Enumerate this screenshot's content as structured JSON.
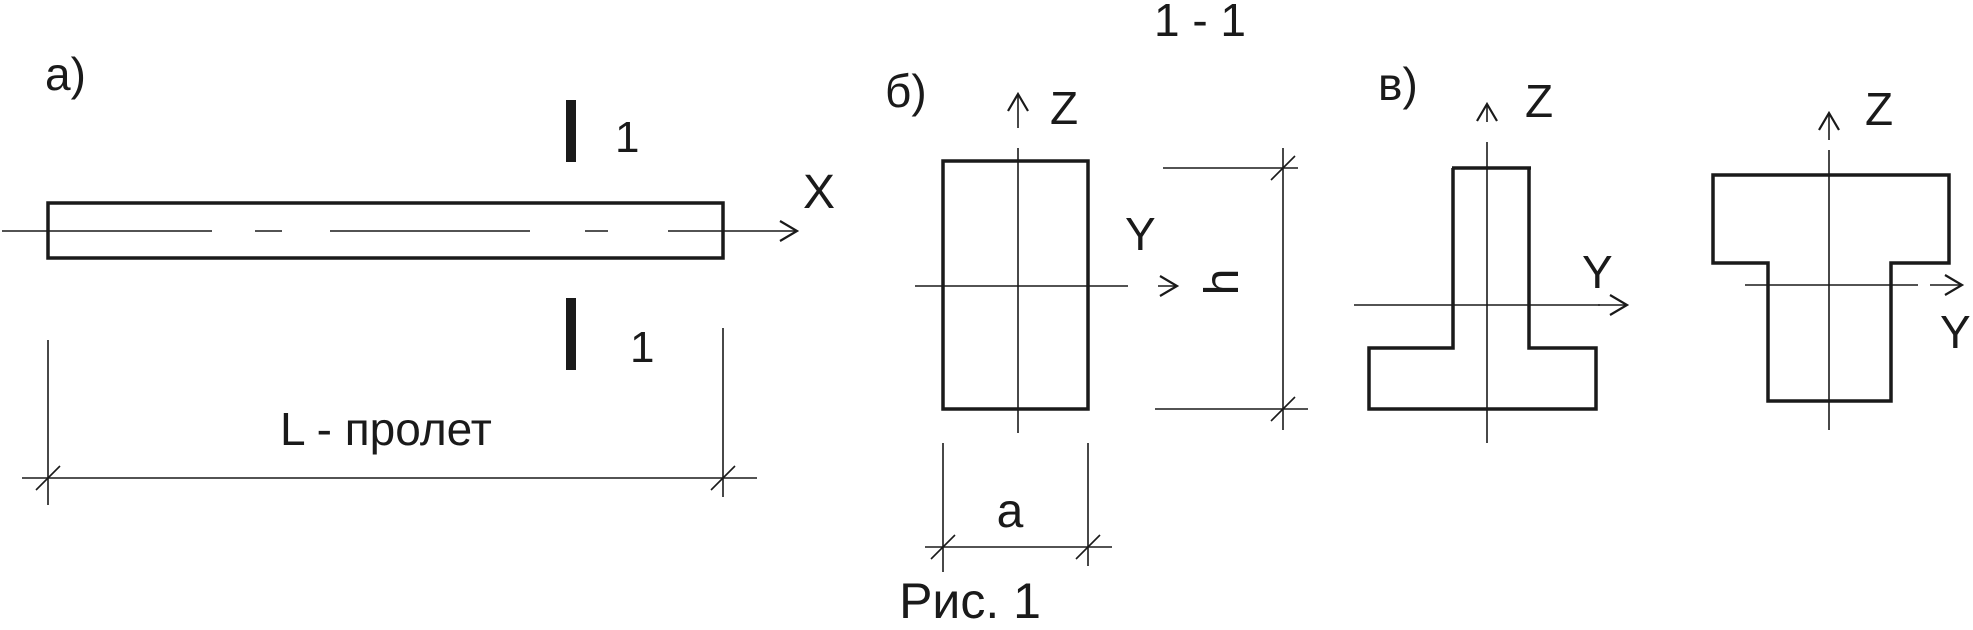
{
  "section_title": "1 - 1",
  "caption": "Рис. 1",
  "beam": {
    "panel_label": "а)",
    "axis_x": "X",
    "section_mark_top": "1",
    "section_mark_bottom": "1",
    "span_label": "L - пролет"
  },
  "rect_section": {
    "panel_label": "б)",
    "axis_z": "Z",
    "axis_y": "Y",
    "height_label": "h",
    "width_label": "a"
  },
  "t_sections": {
    "panel_label": "в)",
    "inverted_t": {
      "axis_z": "Z",
      "axis_y": "Y"
    },
    "t_shape": {
      "axis_z": "Z",
      "axis_y": "Y"
    }
  },
  "colors": {
    "ink": "#1a1a1a",
    "background": "#ffffff"
  }
}
